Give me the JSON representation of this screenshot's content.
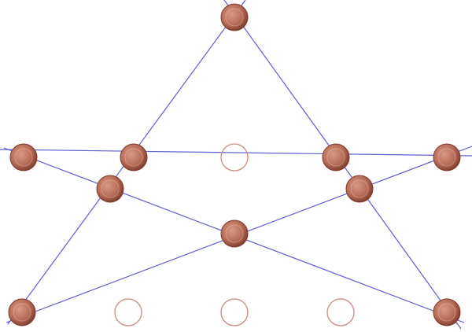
{
  "colors": {
    "background": "#ffffff",
    "line": "#5f5fd6",
    "coin_center": "#d89a86",
    "coin_mid": "#b86d58",
    "coin_edge": "#7c3b2c",
    "empty_stroke": "#c98c80"
  },
  "icons": {
    "coin": "copper-coin-icon",
    "empty_slot": "empty-ring-icon"
  },
  "puzzle": {
    "total_positions": 14,
    "coins_placed": 10,
    "empty_positions": 4,
    "lines": 5,
    "coins_per_line": 4
  }
}
